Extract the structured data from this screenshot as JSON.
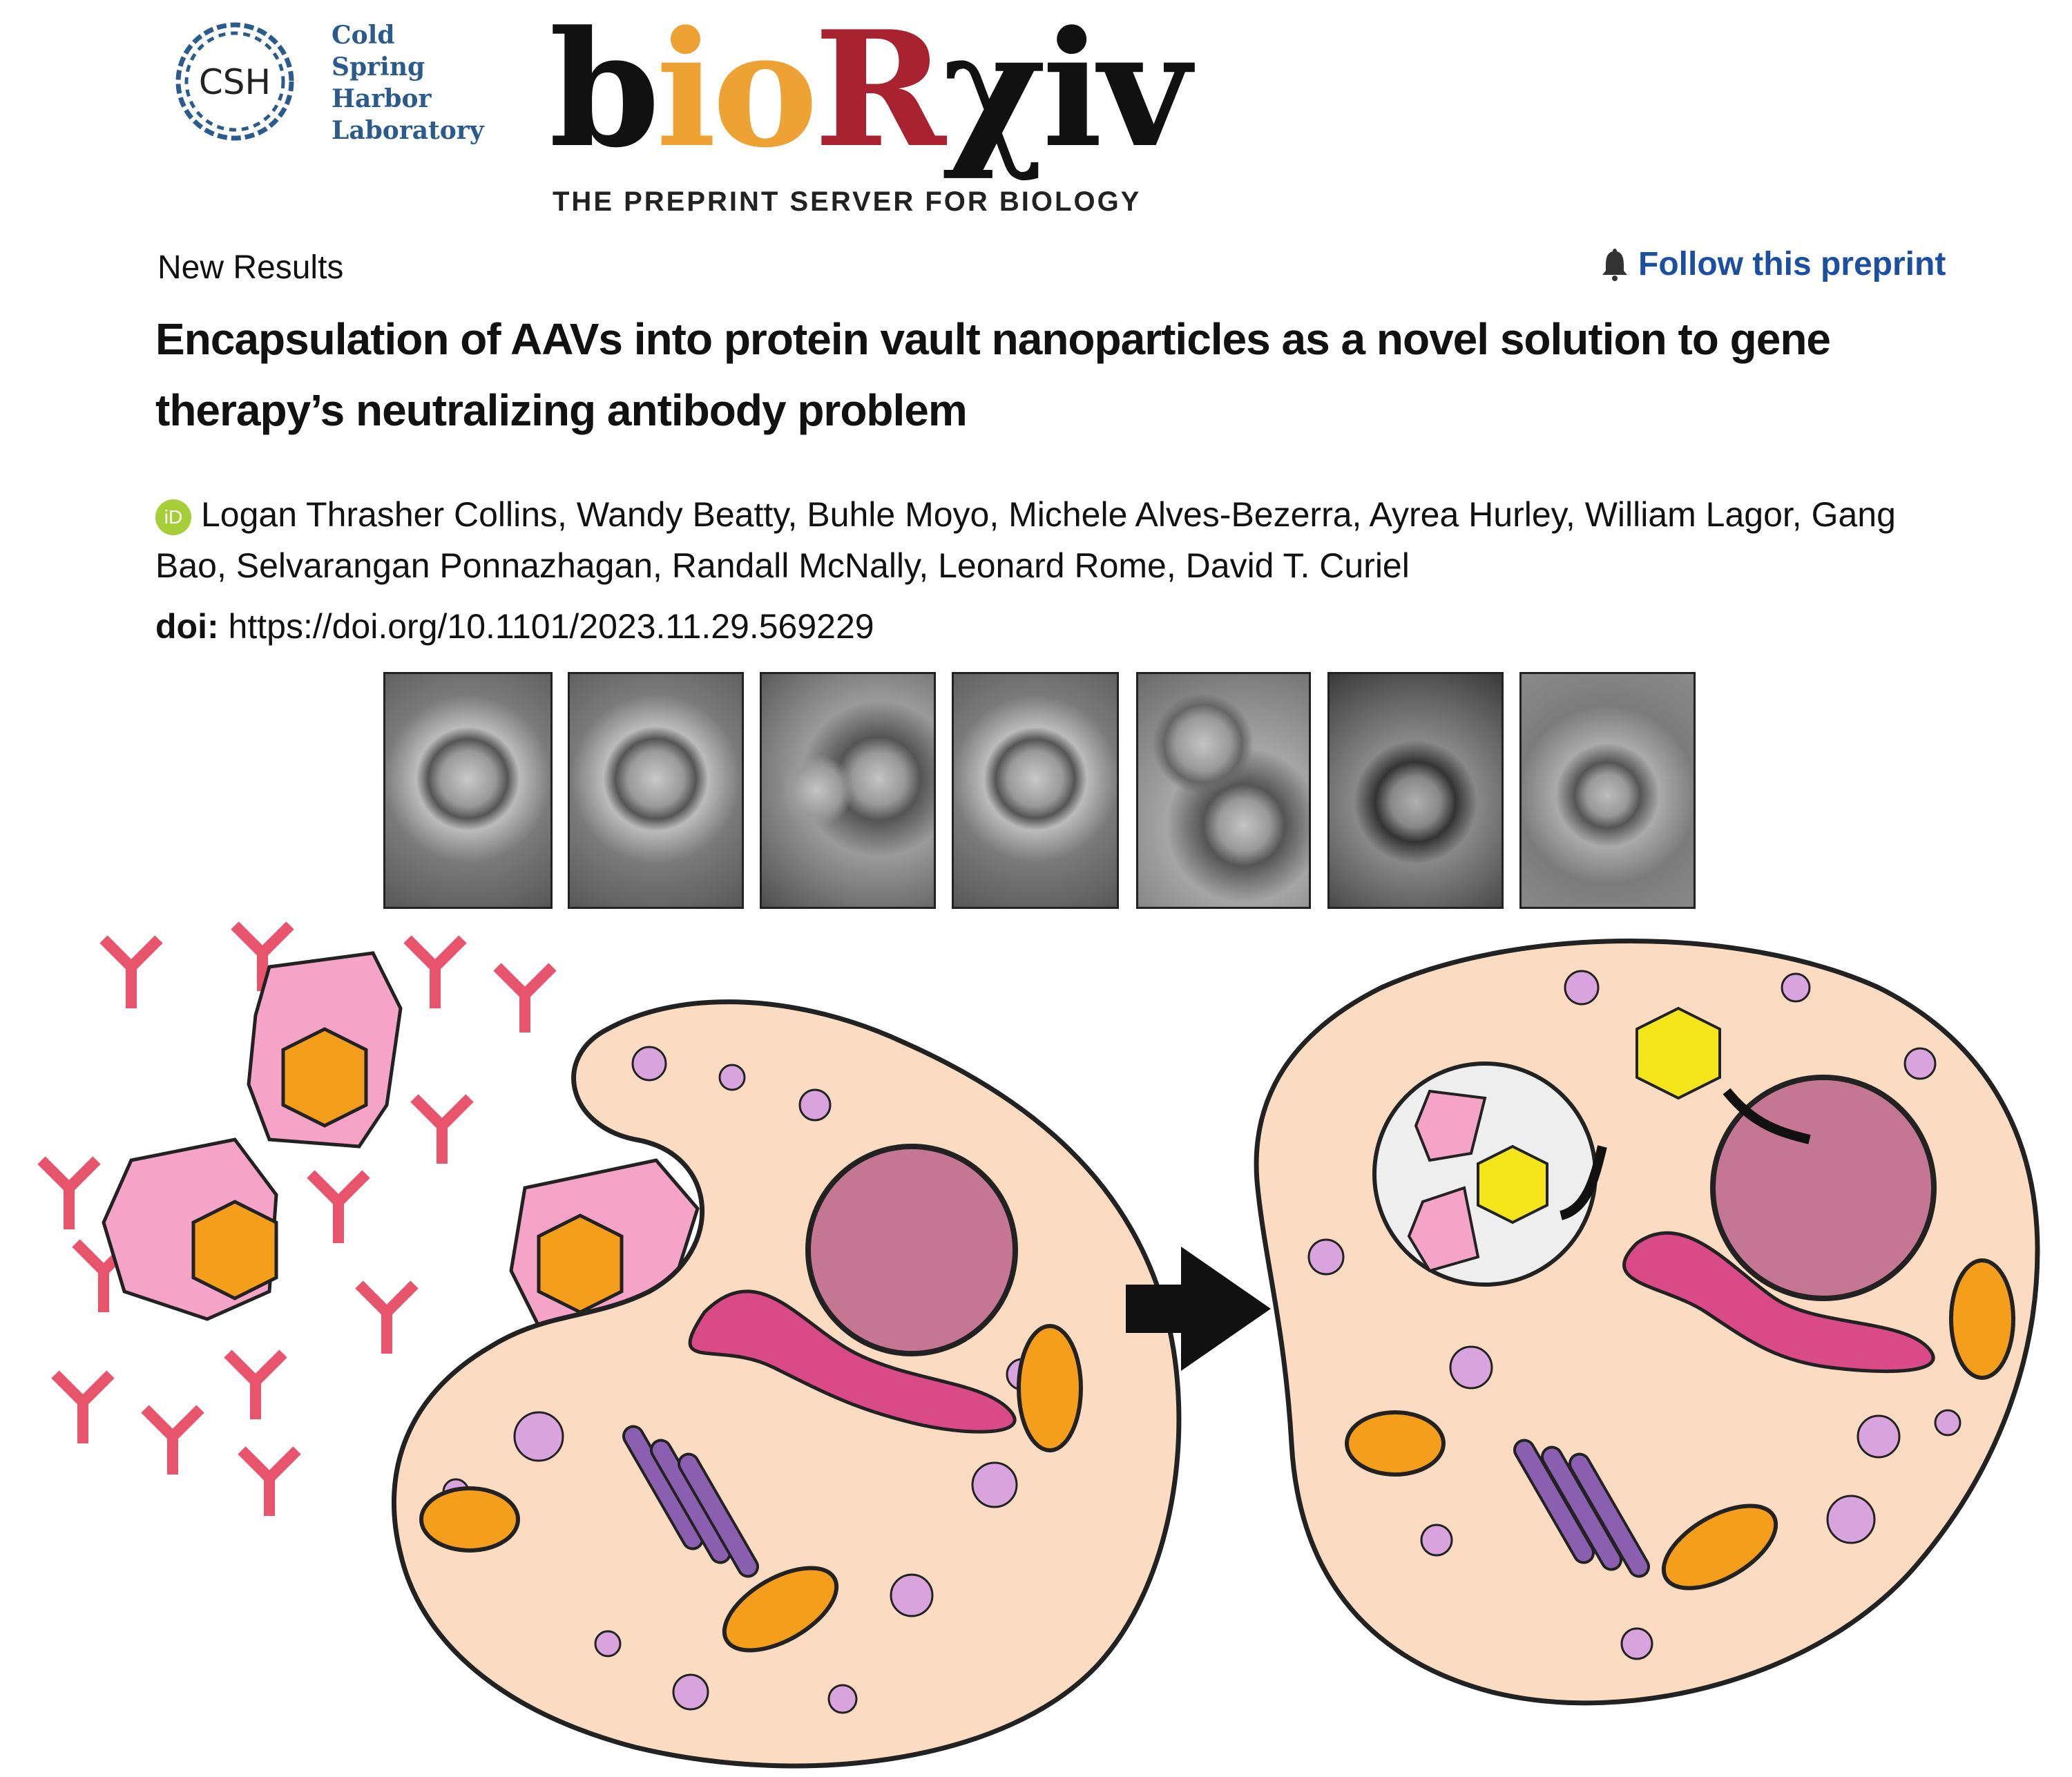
{
  "logos": {
    "csh_mark": "CSH",
    "csh_name": [
      "Cold",
      "Spring",
      "Harbor",
      "Laboratory"
    ],
    "brand": "bioRxiv",
    "tagline": "THE PREPRINT SERVER FOR BIOLOGY"
  },
  "article": {
    "section": "New Results",
    "follow_label": "Follow this preprint",
    "follow_icon": "bell-icon",
    "title": "Encapsulation of AAVs into protein vault nanoparticles as a novel solution to gene therapy’s neutralizing antibody problem",
    "orcid_badge": "iD",
    "authors": "Logan Thrasher Collins, Wandy Beatty, Buhle Moyo, Michele Alves-Bezerra, Ayrea Hurley, William Lagor, Gang Bao, Selvarangan Ponnazhagan, Randall McNally, Leonard Rome, David T. Curiel",
    "doi_label": "doi:",
    "doi_url": "https://doi.org/10.1101/2023.11.29.569229"
  },
  "colors": {
    "link": "#1c4fa0",
    "cell": "#fbdcc2",
    "vault": "#f5a3c7",
    "aav": "#f59e1b",
    "nucleus": "#c57692"
  }
}
